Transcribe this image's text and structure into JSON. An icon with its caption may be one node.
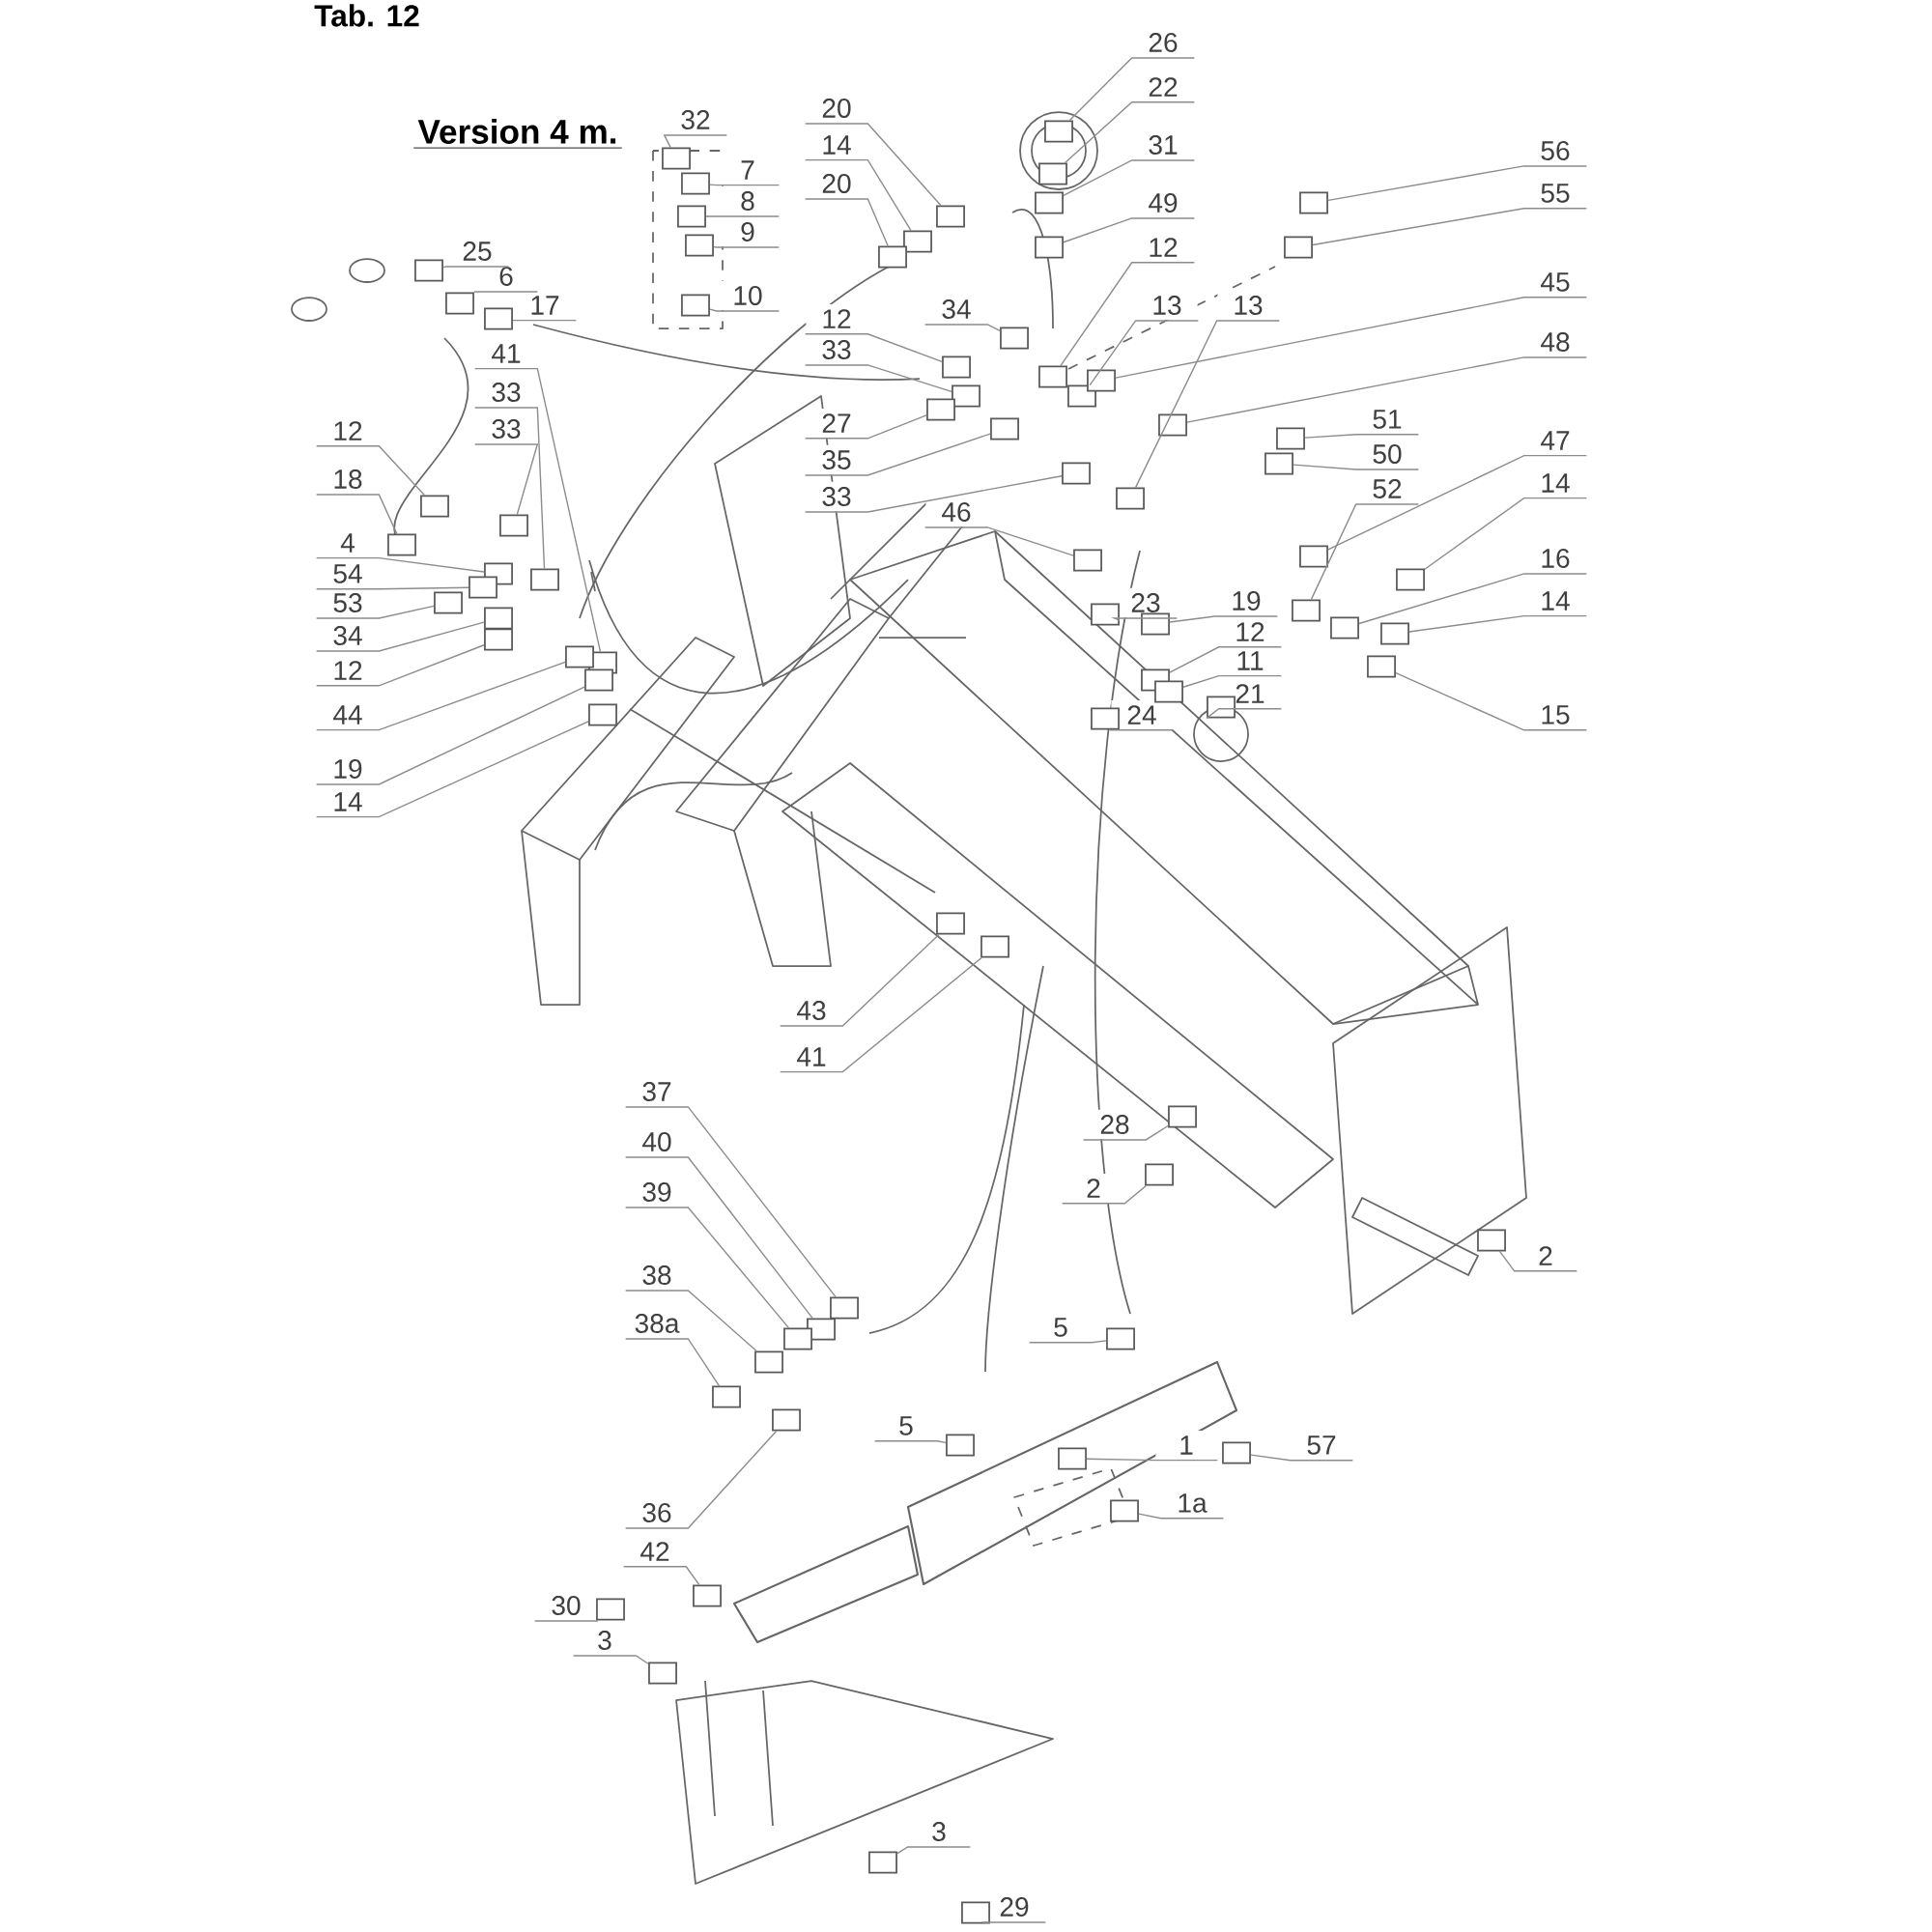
{
  "diagram": {
    "title": "Version 4 m.",
    "nodes": [
      {
        "text": [
          "32"
        ]
      },
      {
        "text": [
          "7"
        ]
      },
      {
        "text": [
          "8"
        ]
      },
      {
        "text": [
          "9"
        ]
      },
      {
        "text": [
          "10"
        ]
      },
      {
        "text": [
          "25"
        ]
      },
      {
        "text": [
          "6"
        ]
      },
      {
        "text": [
          "17"
        ]
      },
      {
        "text": [
          "41"
        ]
      },
      {
        "text": [
          "33"
        ]
      },
      {
        "text": [
          "33"
        ]
      },
      {
        "text": [
          "12"
        ]
      },
      {
        "text": [
          "18"
        ]
      },
      {
        "text": [
          "4"
        ]
      },
      {
        "text": [
          "54"
        ]
      },
      {
        "text": [
          "53"
        ]
      },
      {
        "text": [
          "34"
        ]
      },
      {
        "text": [
          "12"
        ]
      },
      {
        "text": [
          "44"
        ]
      },
      {
        "text": [
          "19"
        ]
      },
      {
        "text": [
          "14"
        ]
      },
      {
        "text": [
          "20"
        ]
      },
      {
        "text": [
          "14"
        ]
      },
      {
        "text": [
          "20"
        ]
      },
      {
        "text": [
          "12"
        ]
      },
      {
        "text": [
          "33"
        ]
      },
      {
        "text": [
          "27"
        ]
      },
      {
        "text": [
          "35"
        ]
      },
      {
        "text": [
          "33"
        ]
      },
      {
        "text": [
          "34"
        ]
      },
      {
        "text": [
          "12"
        ]
      },
      {
        "text": [
          "13"
        ]
      },
      {
        "text": [
          "13"
        ]
      },
      {
        "text": [
          "26"
        ]
      },
      {
        "text": [
          "22"
        ]
      },
      {
        "text": [
          "31"
        ]
      },
      {
        "text": [
          "49"
        ]
      },
      {
        "text": [
          "56"
        ]
      },
      {
        "text": [
          "55"
        ]
      },
      {
        "text": [
          "45"
        ]
      },
      {
        "text": [
          "48"
        ]
      },
      {
        "text": [
          "51"
        ]
      },
      {
        "text": [
          "50"
        ]
      },
      {
        "text": [
          "52"
        ]
      },
      {
        "text": [
          "47"
        ]
      },
      {
        "text": [
          "14"
        ]
      },
      {
        "text": [
          "16"
        ]
      },
      {
        "text": [
          "14"
        ]
      },
      {
        "text": [
          "15"
        ]
      },
      {
        "text": [
          "46"
        ]
      },
      {
        "text": [
          "23"
        ]
      },
      {
        "text": [
          "19"
        ]
      },
      {
        "text": [
          "12"
        ]
      },
      {
        "text": [
          "11"
        ]
      },
      {
        "text": [
          "24"
        ]
      },
      {
        "text": [
          "21"
        ]
      },
      {
        "text": [
          "43"
        ]
      },
      {
        "text": [
          "41"
        ]
      },
      {
        "text": [
          "28"
        ]
      },
      {
        "text": [
          "2"
        ]
      },
      {
        "text": [
          "2"
        ]
      },
      {
        "text": [
          "37"
        ]
      },
      {
        "text": [
          "40"
        ]
      },
      {
        "text": [
          "39"
        ]
      },
      {
        "text": [
          "38"
        ]
      },
      {
        "text": [
          "38a"
        ]
      },
      {
        "text": [
          "5"
        ]
      },
      {
        "text": [
          "5"
        ]
      },
      {
        "text": [
          "1"
        ]
      },
      {
        "text": [
          "57"
        ]
      },
      {
        "text": [
          "36"
        ]
      },
      {
        "text": [
          "1a"
        ]
      },
      {
        "text": [
          "42"
        ]
      },
      {
        "text": [
          "30"
        ]
      },
      {
        "text": [
          "3"
        ]
      },
      {
        "text": [
          "3"
        ]
      },
      {
        "text": [
          "29"
        ]
      },
      {
        "text": [],
        "shape": "box"
      },
      {
        "text": [],
        "shape": "box"
      },
      {
        "text": [],
        "shape": "box"
      },
      {
        "text": [],
        "shape": "box"
      },
      {
        "text": [],
        "shape": "box"
      },
      {
        "text": [],
        "shape": "box"
      },
      {
        "text": [],
        "shape": "box"
      },
      {
        "text": [],
        "shape": "box"
      },
      {
        "text": [],
        "shape": "box"
      },
      {
        "text": [],
        "shape": "box"
      },
      {
        "text": [],
        "shape": "box"
      },
      {
        "text": [],
        "shape": "box"
      },
      {
        "text": [],
        "shape": "box"
      },
      {
        "text": [],
        "shape": "box"
      },
      {
        "text": [],
        "shape": "box"
      },
      {
        "text": [],
        "shape": "box"
      },
      {
        "text": [],
        "shape": "box"
      },
      {
        "text": [],
        "shape": "box"
      },
      {
        "text": [],
        "shape": "box"
      },
      {
        "text": [],
        "shape": "box"
      },
      {
        "text": [],
        "shape": "box"
      },
      {
        "text": [],
        "shape": "box"
      },
      {
        "text": [],
        "shape": "box"
      },
      {
        "text": [],
        "shape": "box"
      },
      {
        "text": [],
        "shape": "box"
      },
      {
        "text": [],
        "shape": "box"
      },
      {
        "text": [],
        "shape": "box"
      },
      {
        "text": [],
        "shape": "box"
      },
      {
        "text": [],
        "shape": "box"
      },
      {
        "text": [],
        "shape": "box"
      },
      {
        "text": [],
        "shape": "box"
      },
      {
        "text": [],
        "shape": "box"
      },
      {
        "text": [],
        "shape": "box"
      },
      {
        "text": [],
        "shape": "box"
      },
      {
        "text": [],
        "shape": "box"
      },
      {
        "text": [],
        "shape": "box"
      },
      {
        "text": [],
        "shape": "box"
      },
      {
        "text": [],
        "shape": "box"
      },
      {
        "text": [],
        "shape": "box"
      },
      {
        "text": [],
        "shape": "box"
      },
      {
        "text": [],
        "shape": "box"
      },
      {
        "text": [],
        "shape": "box"
      },
      {
        "text": [],
        "shape": "box"
      },
      {
        "text": [],
        "shape": "box"
      },
      {
        "text": [],
        "shape": "box"
      },
      {
        "text": [],
        "shape": "box"
      },
      {
        "text": [],
        "shape": "box"
      },
      {
        "text": [],
        "shape": "box"
      },
      {
        "text": [],
        "shape": "box"
      },
      {
        "text": [],
        "shape": "box"
      },
      {
        "text": [],
        "shape": "box"
      },
      {
        "text": [],
        "shape": "box"
      },
      {
        "text": [],
        "shape": "box"
      },
      {
        "text": [],
        "shape": "box"
      },
      {
        "text": [],
        "shape": "box"
      },
      {
        "text": [],
        "shape": "box"
      },
      {
        "text": [],
        "shape": "box"
      },
      {
        "text": [],
        "shape": "box"
      },
      {
        "text": [],
        "shape": "box"
      },
      {
        "text": [],
        "shape": "box"
      },
      {
        "text": [],
        "shape": "box"
      },
      {
        "text": [],
        "shape": "box"
      },
      {
        "text": [],
        "shape": "box"
      },
      {
        "text": [],
        "shape": "box"
      },
      {
        "text": [],
        "shape": "box"
      },
      {
        "text": [],
        "shape": "box"
      },
      {
        "text": [],
        "shape": "box"
      },
      {
        "text": [],
        "shape": "box"
      },
      {
        "text": [],
        "shape": "box"
      },
      {
        "text": [],
        "shape": "box"
      },
      {
        "text": [],
        "shape": "box"
      },
      {
        "text": [],
        "shape": "box"
      },
      {
        "text": [],
        "shape": "box"
      },
      {
        "text": [],
        "shape": "box"
      },
      {
        "text": [],
        "shape": "box"
      },
      {
        "text": [],
        "shape": "box"
      },
      {
        "text": [],
        "shape": "box"
      }
    ],
    "edges": [
      {
        "from": 0,
        "to": 77,
        "arrow": "none"
      },
      {
        "from": 1,
        "to": 78,
        "arrow": "none"
      },
      {
        "from": 2,
        "to": 79,
        "arrow": "none"
      },
      {
        "from": 3,
        "to": 80,
        "arrow": "none"
      },
      {
        "from": 4,
        "to": 81,
        "arrow": "none"
      },
      {
        "from": 5,
        "to": 82,
        "arrow": "none"
      },
      {
        "from": 6,
        "to": 83,
        "arrow": "none"
      },
      {
        "from": 7,
        "to": 84,
        "arrow": "none"
      },
      {
        "from": 8,
        "to": 85,
        "arrow": "none"
      },
      {
        "from": 9,
        "to": 86,
        "arrow": "none"
      },
      {
        "from": 10,
        "to": 87,
        "arrow": "none"
      },
      {
        "from": 11,
        "to": 88,
        "arrow": "none"
      },
      {
        "from": 12,
        "to": 89,
        "arrow": "none"
      },
      {
        "from": 13,
        "to": 90,
        "arrow": "none"
      },
      {
        "from": 14,
        "to": 91,
        "arrow": "none"
      },
      {
        "from": 15,
        "to": 92,
        "arrow": "none"
      },
      {
        "from": 16,
        "to": 93,
        "arrow": "none"
      },
      {
        "from": 17,
        "to": 94,
        "arrow": "none"
      },
      {
        "from": 18,
        "to": 95,
        "arrow": "none"
      },
      {
        "from": 19,
        "to": 96,
        "arrow": "none"
      },
      {
        "from": 20,
        "to": 97,
        "arrow": "none"
      },
      {
        "from": 21,
        "to": 98,
        "arrow": "none"
      },
      {
        "from": 22,
        "to": 99,
        "arrow": "none"
      },
      {
        "from": 23,
        "to": 100,
        "arrow": "none"
      },
      {
        "from": 24,
        "to": 101,
        "arrow": "none"
      },
      {
        "from": 25,
        "to": 102,
        "arrow": "none"
      },
      {
        "from": 26,
        "to": 103,
        "arrow": "none"
      },
      {
        "from": 27,
        "to": 104,
        "arrow": "none"
      },
      {
        "from": 28,
        "to": 105,
        "arrow": "none"
      },
      {
        "from": 29,
        "to": 106,
        "arrow": "none"
      },
      {
        "from": 30,
        "to": 107,
        "arrow": "none"
      },
      {
        "from": 31,
        "to": 108,
        "arrow": "none"
      },
      {
        "from": 32,
        "to": 109,
        "arrow": "none"
      },
      {
        "from": 33,
        "to": 110,
        "arrow": "none"
      },
      {
        "from": 34,
        "to": 111,
        "arrow": "none"
      },
      {
        "from": 35,
        "to": 112,
        "arrow": "none"
      },
      {
        "from": 36,
        "to": 113,
        "arrow": "none"
      },
      {
        "from": 37,
        "to": 114,
        "arrow": "none"
      },
      {
        "from": 38,
        "to": 115,
        "arrow": "none"
      },
      {
        "from": 39,
        "to": 116,
        "arrow": "none"
      },
      {
        "from": 40,
        "to": 117,
        "arrow": "none"
      },
      {
        "from": 41,
        "to": 118,
        "arrow": "none"
      },
      {
        "from": 42,
        "to": 119,
        "arrow": "none"
      },
      {
        "from": 43,
        "to": 120,
        "arrow": "none"
      },
      {
        "from": 44,
        "to": 121,
        "arrow": "none"
      },
      {
        "from": 45,
        "to": 122,
        "arrow": "none"
      },
      {
        "from": 46,
        "to": 123,
        "arrow": "none"
      },
      {
        "from": 47,
        "to": 124,
        "arrow": "none"
      },
      {
        "from": 48,
        "to": 125,
        "arrow": "none"
      },
      {
        "from": 49,
        "to": 126,
        "arrow": "none"
      },
      {
        "from": 50,
        "to": 127,
        "arrow": "none"
      },
      {
        "from": 51,
        "to": 128,
        "arrow": "none"
      },
      {
        "from": 52,
        "to": 129,
        "arrow": "none"
      },
      {
        "from": 53,
        "to": 130,
        "arrow": "none"
      },
      {
        "from": 54,
        "to": 131,
        "arrow": "none"
      },
      {
        "from": 55,
        "to": 132,
        "arrow": "none"
      },
      {
        "from": 56,
        "to": 133,
        "arrow": "none"
      },
      {
        "from": 57,
        "to": 134,
        "arrow": "none"
      },
      {
        "from": 58,
        "to": 135,
        "arrow": "none"
      },
      {
        "from": 59,
        "to": 136,
        "arrow": "none"
      },
      {
        "from": 60,
        "to": 137,
        "arrow": "none"
      },
      {
        "from": 61,
        "to": 138,
        "arrow": "none"
      },
      {
        "from": 62,
        "to": 139,
        "arrow": "none"
      },
      {
        "from": 63,
        "to": 140,
        "arrow": "none"
      },
      {
        "from": 64,
        "to": 141,
        "arrow": "none"
      },
      {
        "from": 65,
        "to": 142,
        "arrow": "none"
      },
      {
        "from": 66,
        "to": 143,
        "arrow": "none"
      },
      {
        "from": 67,
        "to": 144,
        "arrow": "none"
      },
      {
        "from": 68,
        "to": 145,
        "arrow": "none"
      },
      {
        "from": 69,
        "to": 146,
        "arrow": "none"
      },
      {
        "from": 70,
        "to": 147,
        "arrow": "none"
      },
      {
        "from": 71,
        "to": 148,
        "arrow": "none"
      },
      {
        "from": 72,
        "to": 149,
        "arrow": "none"
      },
      {
        "from": 73,
        "to": 150,
        "arrow": "none"
      },
      {
        "from": 74,
        "to": 151,
        "arrow": "none"
      },
      {
        "from": 75,
        "to": 152,
        "arrow": "none"
      },
      {
        "from": 76,
        "to": 153,
        "arrow": "none"
      }
    ],
    "labels": [
      "Tab. 12"
    ]
  }
}
